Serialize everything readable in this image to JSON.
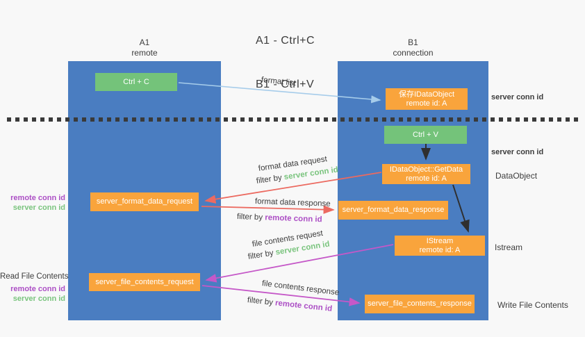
{
  "title": {
    "line1": "A1 - Ctrl+C",
    "line2": "B1 - Ctrl+V"
  },
  "lanes": {
    "left": {
      "name": "A1",
      "subtitle": "remote"
    },
    "right": {
      "name": "B1",
      "subtitle": "connection"
    }
  },
  "nodes": {
    "ctrl_c": {
      "label": "Ctrl + C"
    },
    "ctrl_v": {
      "label": "Ctrl + V"
    },
    "save_dataobject": {
      "line1": "保存IDataObject",
      "line2": "remote id: A"
    },
    "getdata": {
      "line1": "IDataObject::GetData",
      "line2": "remote id: A"
    },
    "istream": {
      "line1": "IStream",
      "line2": "remote id: A"
    },
    "format_request": {
      "label": "server_format_data_request"
    },
    "format_response": {
      "label": "server_format_data_response"
    },
    "file_request": {
      "label": "server_file_contents_request"
    },
    "file_response": {
      "label": "server_file_contents_response"
    }
  },
  "edges": {
    "format_list": {
      "label": "format list"
    },
    "format_request": {
      "label": "format data request",
      "filter_prefix": "filter by ",
      "filter_key": "server conn id"
    },
    "format_response": {
      "label": "format data response",
      "filter_prefix": "filter by ",
      "filter_key": "remote conn id"
    },
    "file_request": {
      "label": "file contents request",
      "filter_prefix": "filter by ",
      "filter_key": "server conn id"
    },
    "file_response": {
      "label": "file contents response",
      "filter_prefix": "filter by ",
      "filter_key": "remote conn id"
    }
  },
  "left_labels": {
    "format_remote": "remote conn id",
    "format_server": "server conn id",
    "read_file": "Read File Contents",
    "file_remote": "remote conn id",
    "file_server": "server conn id"
  },
  "right_labels": {
    "conn_top": "server conn id",
    "conn_mid": "server conn id",
    "dataobject": "DataObject",
    "istream": "Istream",
    "write_file": "Write File Contents"
  },
  "colors": {
    "lane_blue": "#4a7dc1",
    "box_green": "#74c37a",
    "box_orange": "#f9a43c",
    "arrow_light_blue": "#a6ccea",
    "arrow_red": "#ec6a60",
    "arrow_magenta": "#c558c8",
    "arrow_black": "#2f2f2f",
    "text_green": "#7ac47e",
    "text_purple": "#ac4fc5",
    "background": "#f8f8f8"
  }
}
